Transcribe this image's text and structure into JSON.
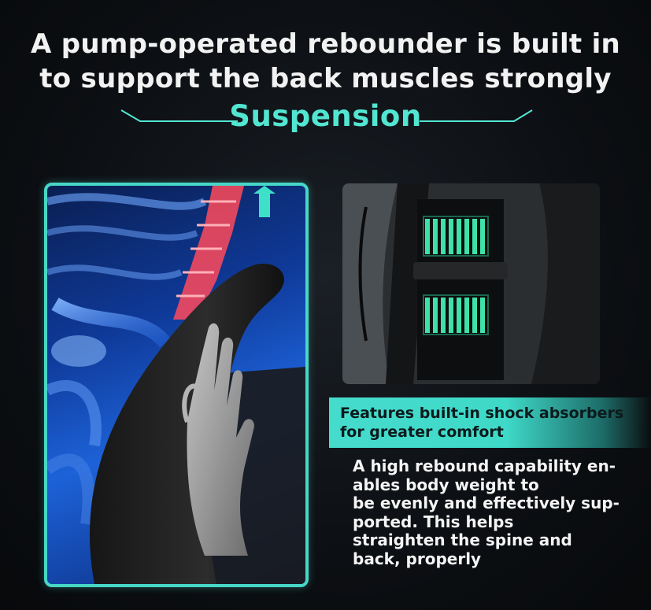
{
  "headline": {
    "line1": "A pump-operated rebounder is built in",
    "line2": "to support the back muscles strongly"
  },
  "subtitle": "Suspension",
  "feature": {
    "line1": "Features built-in shock absorbers",
    "line2": "for greater comfort"
  },
  "description": {
    "lines": [
      "A high rebound capability en-",
      "ables body weight to",
      "be evenly and effectively sup-",
      "ported. This helps",
      "straighten the spine and",
      "back, properly"
    ]
  },
  "colors": {
    "accent": "#52e6d2",
    "panel_border": "#47d7c7",
    "background": "#0d1014"
  },
  "images": {
    "left": "x-ray-back-cushion-illustration",
    "right": "spring-suspension-closeup-photo"
  }
}
